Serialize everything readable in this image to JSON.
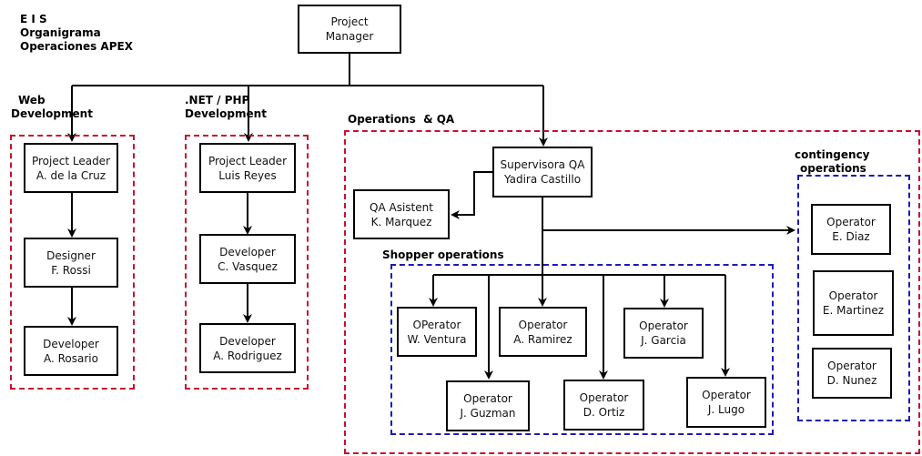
{
  "title": {
    "line1": "E I S",
    "line2": "Organigrama",
    "line3": "Operaciones APEX"
  },
  "colors": {
    "department_border": "#c8102e",
    "subgroup_border": "#1a1ab8",
    "line": "#000000"
  },
  "root": {
    "line1": "Project",
    "line2": "Manager"
  },
  "groups": {
    "web": {
      "label_line1": "Web",
      "label_line2": "Development",
      "nodes": [
        {
          "role": "Project Leader",
          "name": "A. de la Cruz"
        },
        {
          "role": "Designer",
          "name": "F. Rossi"
        },
        {
          "role": "Developer",
          "name": "A. Rosario"
        }
      ]
    },
    "net_php": {
      "label_line1": ".NET / PHP",
      "label_line2": "Development",
      "nodes": [
        {
          "role": "Project Leader",
          "name": "Luis Reyes"
        },
        {
          "role": "Developer",
          "name": "C. Vasquez"
        },
        {
          "role": "Developer",
          "name": "A. Rodriguez"
        }
      ]
    },
    "ops_qa": {
      "label": "Operations  & QA",
      "supervisor": {
        "role": "Supervisora QA",
        "name": "Yadira Castillo"
      },
      "assistant": {
        "role": "QA Asistent",
        "name": "K. Marquez"
      },
      "shopper": {
        "label": "Shopper operations",
        "nodes": [
          {
            "role": "OPerator",
            "name": "W. Ventura"
          },
          {
            "role": "Operator",
            "name": "A. Ramirez"
          },
          {
            "role": "Operator",
            "name": "J. Garcia"
          },
          {
            "role": "Operator",
            "name": "J. Guzman"
          },
          {
            "role": "Operator",
            "name": "D. Ortiz"
          },
          {
            "role": "Operator",
            "name": "J. Lugo"
          }
        ]
      },
      "contingency": {
        "label_line1": "contingency",
        "label_line2": "operations",
        "nodes": [
          {
            "role": "Operator",
            "name": "E. Diaz"
          },
          {
            "role": "Operator",
            "name": "E. Martinez"
          },
          {
            "role": "Operator",
            "name": "D. Nunez"
          }
        ]
      }
    }
  }
}
